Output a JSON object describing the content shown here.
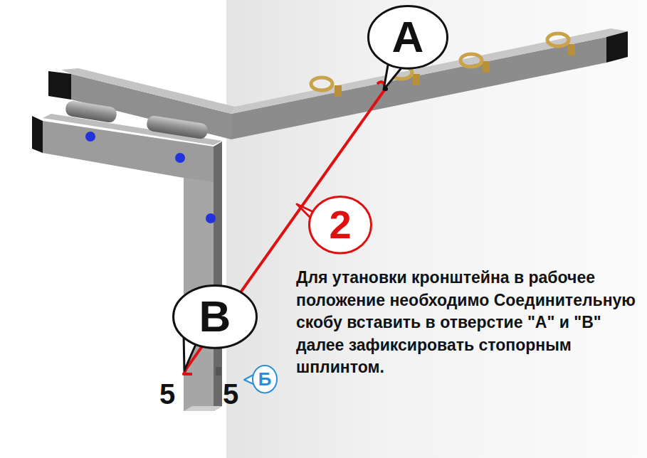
{
  "diagram": {
    "nodes": [
      {
        "text": [
          "A"
        ]
      },
      {
        "text": [
          "2"
        ]
      },
      {
        "text": [
          "B"
        ]
      },
      {
        "text": [
          "Б"
        ]
      }
    ],
    "labels": [
      "5",
      "5",
      "Для утановки кронштейна в рабочее положение необходимо Соединительную скобу вставить в отверстие \"A\" и \"B\" далее зафиксировать стопорным шплинтом."
    ]
  }
}
